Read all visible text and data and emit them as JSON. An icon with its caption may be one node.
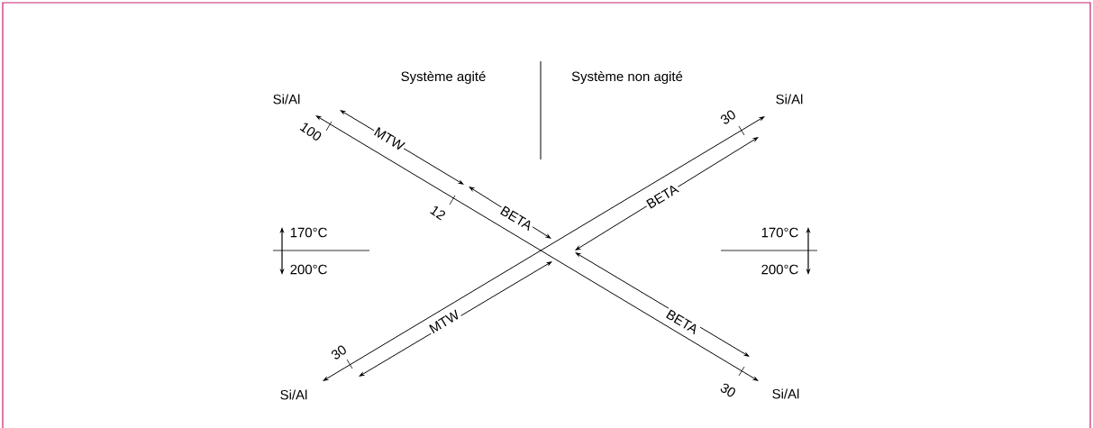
{
  "diagram": {
    "labels": [
      "Système agité",
      "Système non agité",
      "Si/Al",
      "Si/Al",
      "100",
      "MTW",
      "30",
      "BETA",
      "12",
      "BETA",
      "170°C",
      "170°C",
      "200°C",
      "200°C",
      "MTW",
      "BETA",
      "30",
      "Si/Al",
      "30",
      "Si/Al"
    ]
  }
}
